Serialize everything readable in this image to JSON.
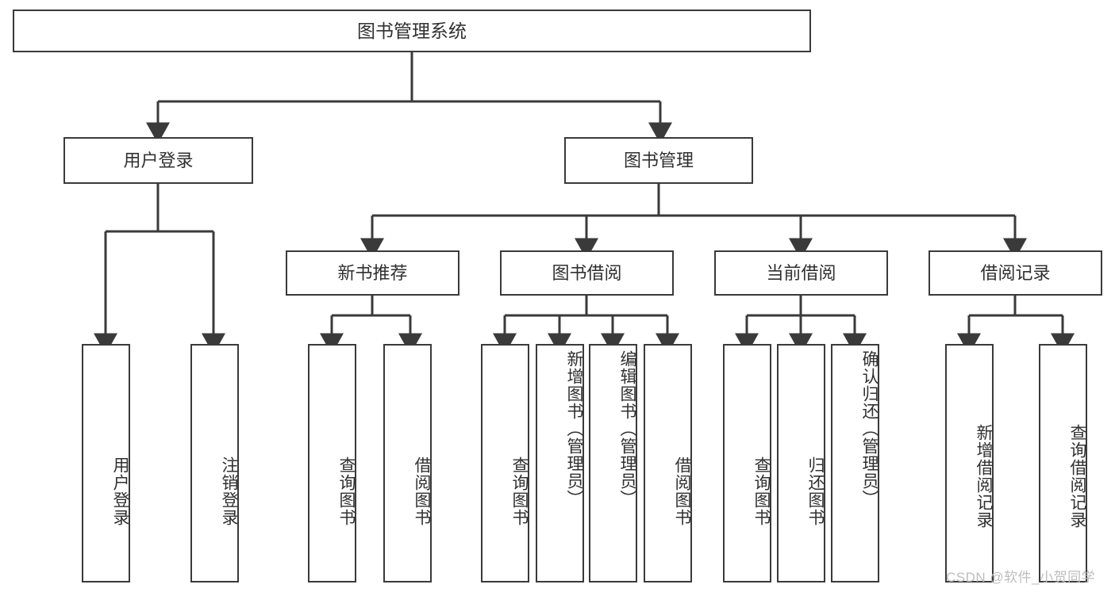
{
  "diagram": {
    "title": "图书管理系统",
    "type": "hierarchy-tree",
    "colors": {
      "box_border": "#3a3a3a",
      "box_fill": "#ffffff",
      "text": "#303030",
      "edge": "#3a3a3a",
      "watermark": "#bdbdbd"
    },
    "nodes": {
      "root": {
        "label": "图书管理系统"
      },
      "level2": [
        {
          "id": "user-login",
          "label": "用户登录"
        },
        {
          "id": "book-manage",
          "label": "图书管理"
        }
      ],
      "level3": [
        {
          "id": "new-book-rec",
          "label": "新书推荐"
        },
        {
          "id": "book-borrow",
          "label": "图书借阅"
        },
        {
          "id": "current-borrow",
          "label": "当前借阅"
        },
        {
          "id": "borrow-record",
          "label": "借阅记录"
        }
      ],
      "leaves": [
        {
          "id": "leaf-user-login",
          "parent": "user-login",
          "label": "用户登录"
        },
        {
          "id": "leaf-logout",
          "parent": "user-login",
          "label": "注销登录"
        },
        {
          "id": "leaf-query-book-1",
          "parent": "new-book-rec",
          "label": "查询图书"
        },
        {
          "id": "leaf-borrow-book-1",
          "parent": "new-book-rec",
          "label": "借阅图书"
        },
        {
          "id": "leaf-query-book-2",
          "parent": "book-borrow",
          "label": "查询图书"
        },
        {
          "id": "leaf-add-book",
          "parent": "book-borrow",
          "label": "新增图书（管理员）"
        },
        {
          "id": "leaf-edit-book",
          "parent": "book-borrow",
          "label": "编辑图书（管理员）"
        },
        {
          "id": "leaf-borrow-book-2",
          "parent": "book-borrow",
          "label": "借阅图书"
        },
        {
          "id": "leaf-query-book-3",
          "parent": "current-borrow",
          "label": "查询图书"
        },
        {
          "id": "leaf-return-book",
          "parent": "current-borrow",
          "label": "归还图书"
        },
        {
          "id": "leaf-confirm-return",
          "parent": "current-borrow",
          "label": "确认归还（管理员）"
        },
        {
          "id": "leaf-add-record",
          "parent": "borrow-record",
          "label": "新增借阅记录"
        },
        {
          "id": "leaf-query-record",
          "parent": "borrow-record",
          "label": "查询借阅记录"
        }
      ]
    },
    "watermark": "CSDN @软件_小贺同学"
  }
}
